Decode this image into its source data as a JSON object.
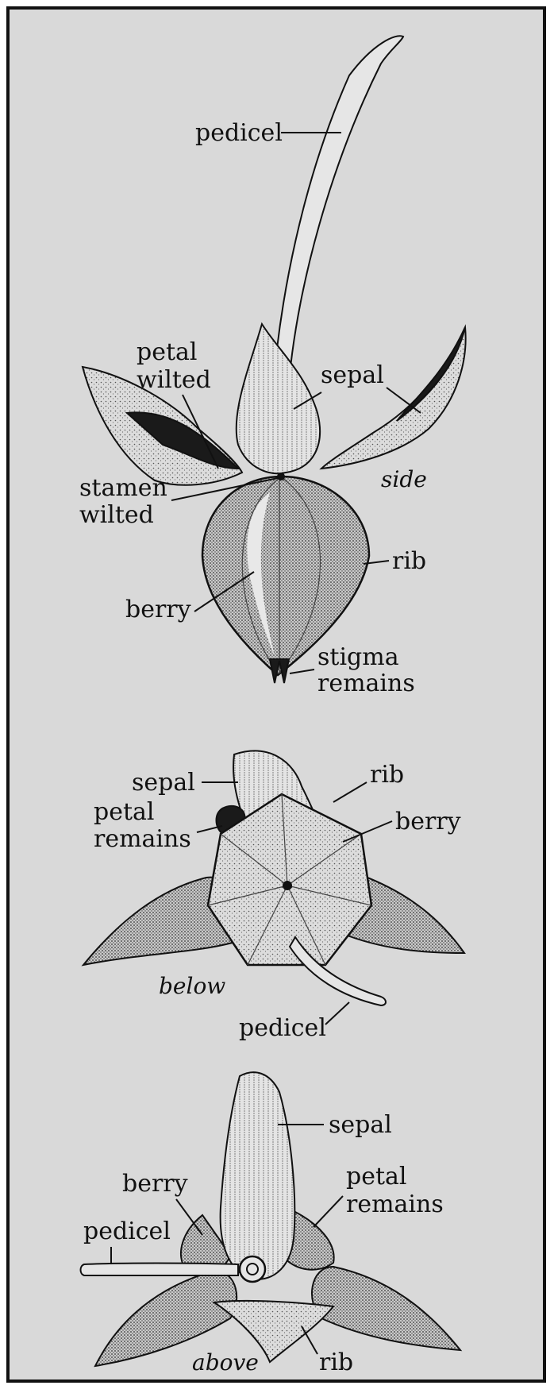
{
  "figure": {
    "background_color": "#d9d9d9",
    "frame_color": "#111111",
    "views": {
      "side": {
        "caption": "side",
        "labels": {
          "pedicel": "pedicel",
          "petal_wilted": [
            "petal",
            "wilted"
          ],
          "sepal": "sepal",
          "stamen_wilted": [
            "stamen",
            "wilted"
          ],
          "rib": "rib",
          "berry": "berry",
          "stigma_remains": [
            "stigma",
            "remains"
          ]
        }
      },
      "below": {
        "caption": "below",
        "labels": {
          "sepal": "sepal",
          "rib": "rib",
          "petal_remains": [
            "petal",
            "remains"
          ],
          "berry": "berry",
          "pedicel": "pedicel"
        }
      },
      "above": {
        "caption": "above",
        "labels": {
          "sepal": "sepal",
          "berry": "berry",
          "petal_remains": [
            "petal",
            "remains"
          ],
          "pedicel": "pedicel",
          "rib": "rib"
        }
      }
    }
  }
}
